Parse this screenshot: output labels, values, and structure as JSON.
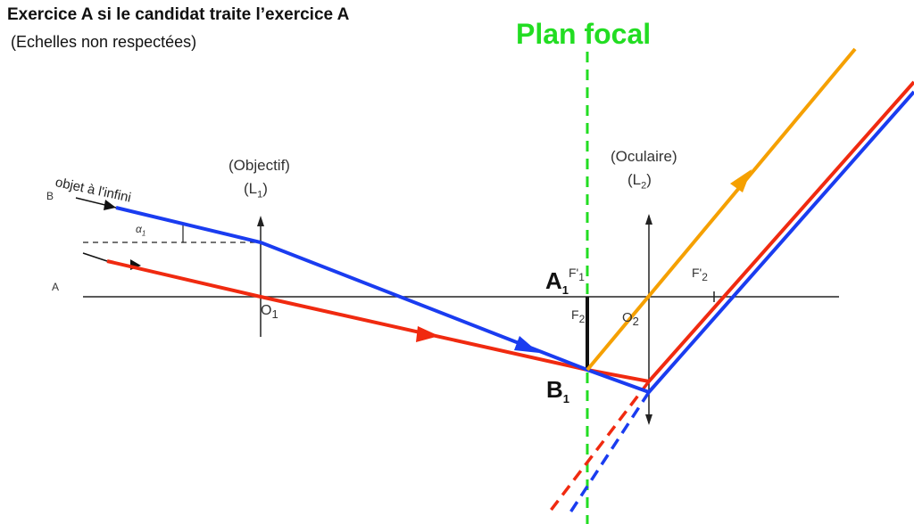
{
  "title": "Exercice A si le candidat traite l’exercice A",
  "subtitle": "(Echelles non respectées)",
  "focal_plane_label": "Plan focal",
  "objective": {
    "name": "(Objectif)",
    "lens": "L",
    "lens_sub": "1"
  },
  "eyepiece": {
    "name": "(Oculaire)",
    "lens": "L",
    "lens_sub": "2"
  },
  "object_label": "objet à l'infini",
  "points": {
    "B": "B",
    "A": "A",
    "alpha": "α",
    "alpha_sub": "1",
    "O1": "O",
    "O1_sub": "1",
    "A1": "A",
    "A1_sub": "1",
    "F1p": "F'",
    "F1p_sub": "1",
    "F2": "F",
    "F2_sub": "2",
    "O2": "O",
    "O2_sub": "2",
    "F2p": "F'",
    "F2p_sub": "2",
    "B1": "B",
    "B1_sub": "1"
  },
  "colors": {
    "blue": "#1a3cf0",
    "red": "#f02a10",
    "orange": "#f5a000",
    "green": "#22dd22",
    "black": "#111111"
  }
}
